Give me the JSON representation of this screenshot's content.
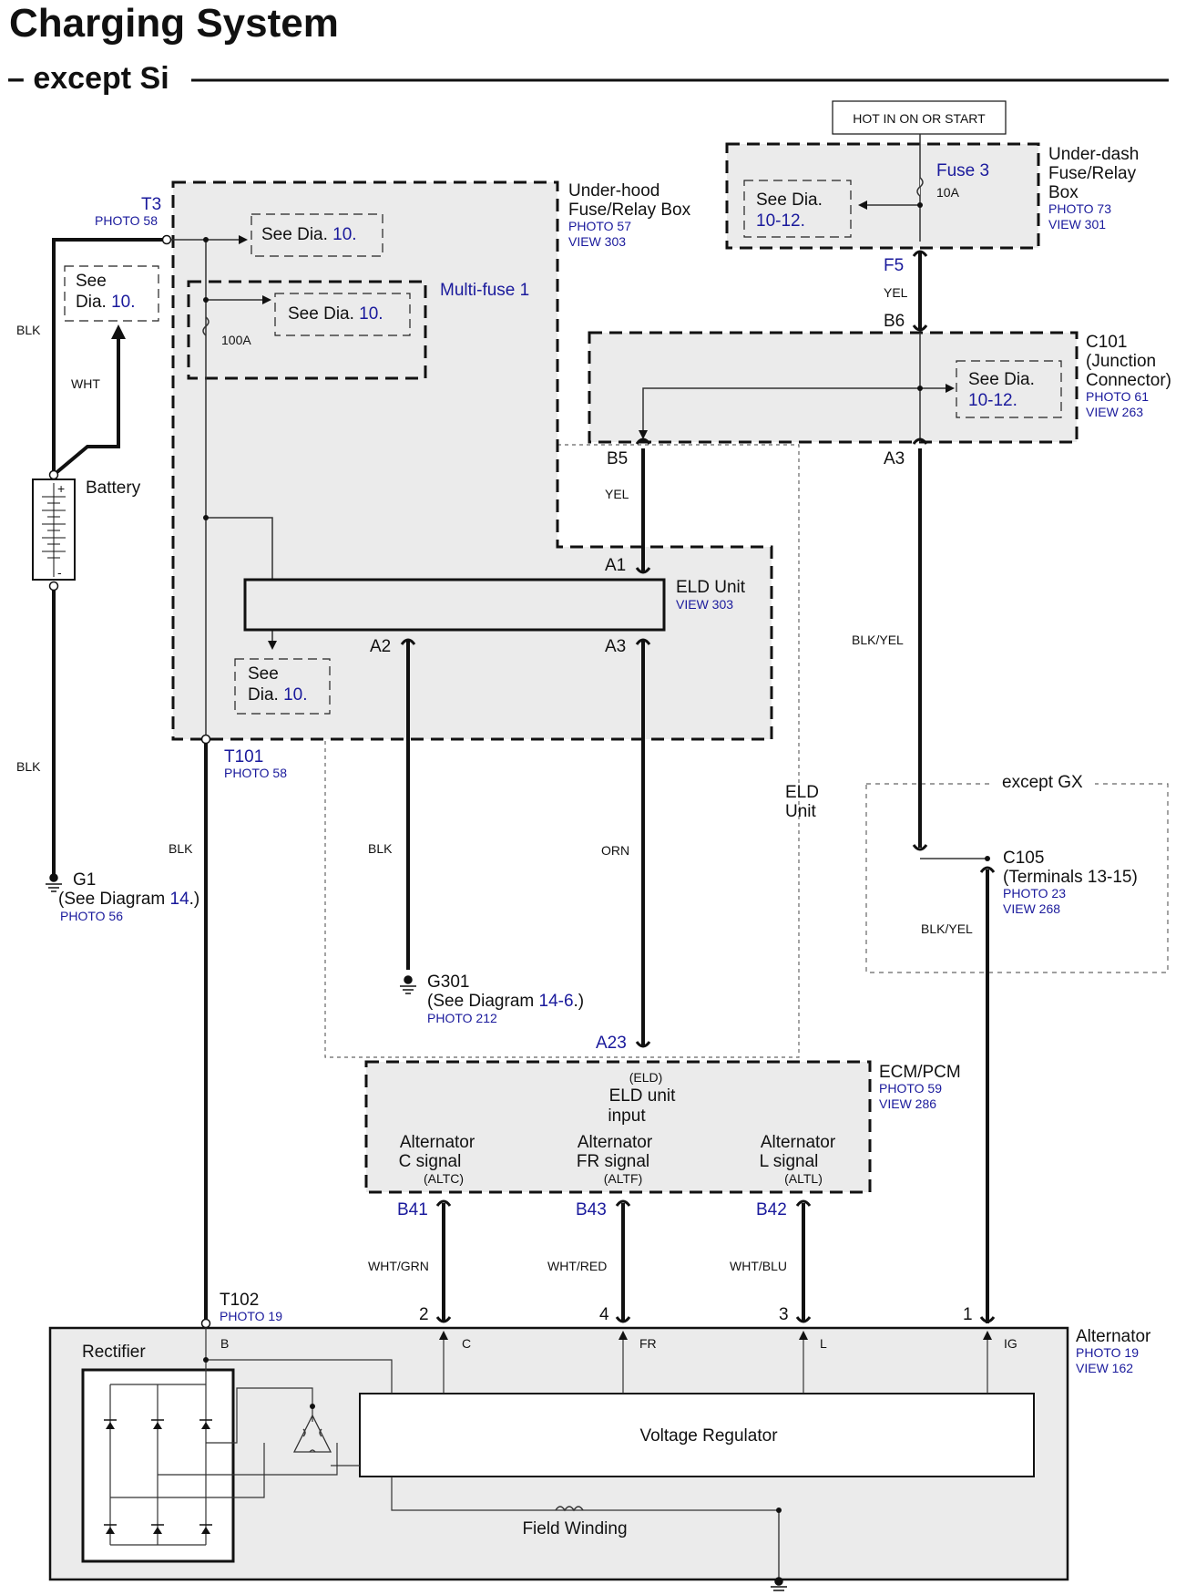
{
  "title": "Charging System",
  "subtitle": "– except Si",
  "hot_label": "HOT IN ON OR START",
  "see_dia": {
    "see": "See",
    "dia": "Dia.",
    "n10": "10.",
    "n1012": "10-12."
  },
  "battery": {
    "label": "Battery",
    "plus": "+",
    "minus": "-"
  },
  "t3": {
    "name": "T3",
    "photo": "PHOTO 58"
  },
  "t101": {
    "name": "T101",
    "photo": "PHOTO 58"
  },
  "t102": {
    "name": "T102",
    "photo": "PHOTO 19"
  },
  "g1": {
    "name": "G1",
    "see_prefix": "(See Diagram ",
    "see_num": "14",
    "see_suffix": ".)",
    "photo": "PHOTO 56"
  },
  "g301": {
    "name": "G301",
    "see_prefix": "(See Diagram ",
    "see_num": "14-6",
    "see_suffix": ".)",
    "photo": "PHOTO 212"
  },
  "underhood": {
    "line1": "Under-hood",
    "line2": "Fuse/Relay Box",
    "photo": "PHOTO 57",
    "view": "VIEW 303"
  },
  "multifuse": {
    "name": "Multi-fuse 1",
    "rating": "100A"
  },
  "underdash": {
    "line1": "Under-dash",
    "line2": "Fuse/Relay",
    "line3": "Box",
    "photo": "PHOTO 73",
    "view": "VIEW 301"
  },
  "fuse3": {
    "name": "Fuse 3",
    "rating": "10A"
  },
  "c101": {
    "line1": "C101",
    "line2": "(Junction",
    "line3": "Connector)",
    "photo": "PHOTO 61",
    "view": "VIEW 263"
  },
  "eld_unit": {
    "name": "ELD Unit",
    "view": "VIEW 303",
    "region_line1": "ELD",
    "region_line2": "Unit"
  },
  "except_gx": "except GX",
  "c105": {
    "name": "C105",
    "terminals": "(Terminals 13-15)",
    "photo": "PHOTO 23",
    "view": "VIEW 268"
  },
  "ecm": {
    "name": "ECM/PCM",
    "photo": "PHOTO 59",
    "view": "VIEW 286",
    "eld_abbr": "(ELD)",
    "eld_line1": "ELD unit",
    "eld_line2": "input",
    "altc_line1": "Alternator",
    "altc_line2": "C signal",
    "altc_abbr": "(ALTC)",
    "altf_line1": "Alternator",
    "altf_line2": "FR signal",
    "altf_abbr": "(ALTF)",
    "altl_line1": "Alternator",
    "altl_line2": "L signal",
    "altl_abbr": "(ALTL)"
  },
  "alternator": {
    "name": "Alternator",
    "photo": "PHOTO 19",
    "view": "VIEW 162",
    "rectifier": "Rectifier",
    "regulator": "Voltage Regulator",
    "field": "Field Winding",
    "term_b": "B",
    "term_c": "C",
    "term_fr": "FR",
    "term_l": "L",
    "term_ig": "IG"
  },
  "pins": {
    "f5": "F5",
    "b6": "B6",
    "b5": "B5",
    "a3_c101": "A3",
    "a1": "A1",
    "a2": "A2",
    "a3_eld": "A3",
    "a23": "A23",
    "b41": "B41",
    "b43": "B43",
    "b42": "B42",
    "p2": "2",
    "p4": "4",
    "p3": "3",
    "p1": "1"
  },
  "wires": {
    "blk": "BLK",
    "wht": "WHT",
    "yel": "YEL",
    "blk_yel": "BLK/YEL",
    "orn": "ORN",
    "wht_grn": "WHT/GRN",
    "wht_red": "WHT/RED",
    "wht_blu": "WHT/BLU"
  }
}
